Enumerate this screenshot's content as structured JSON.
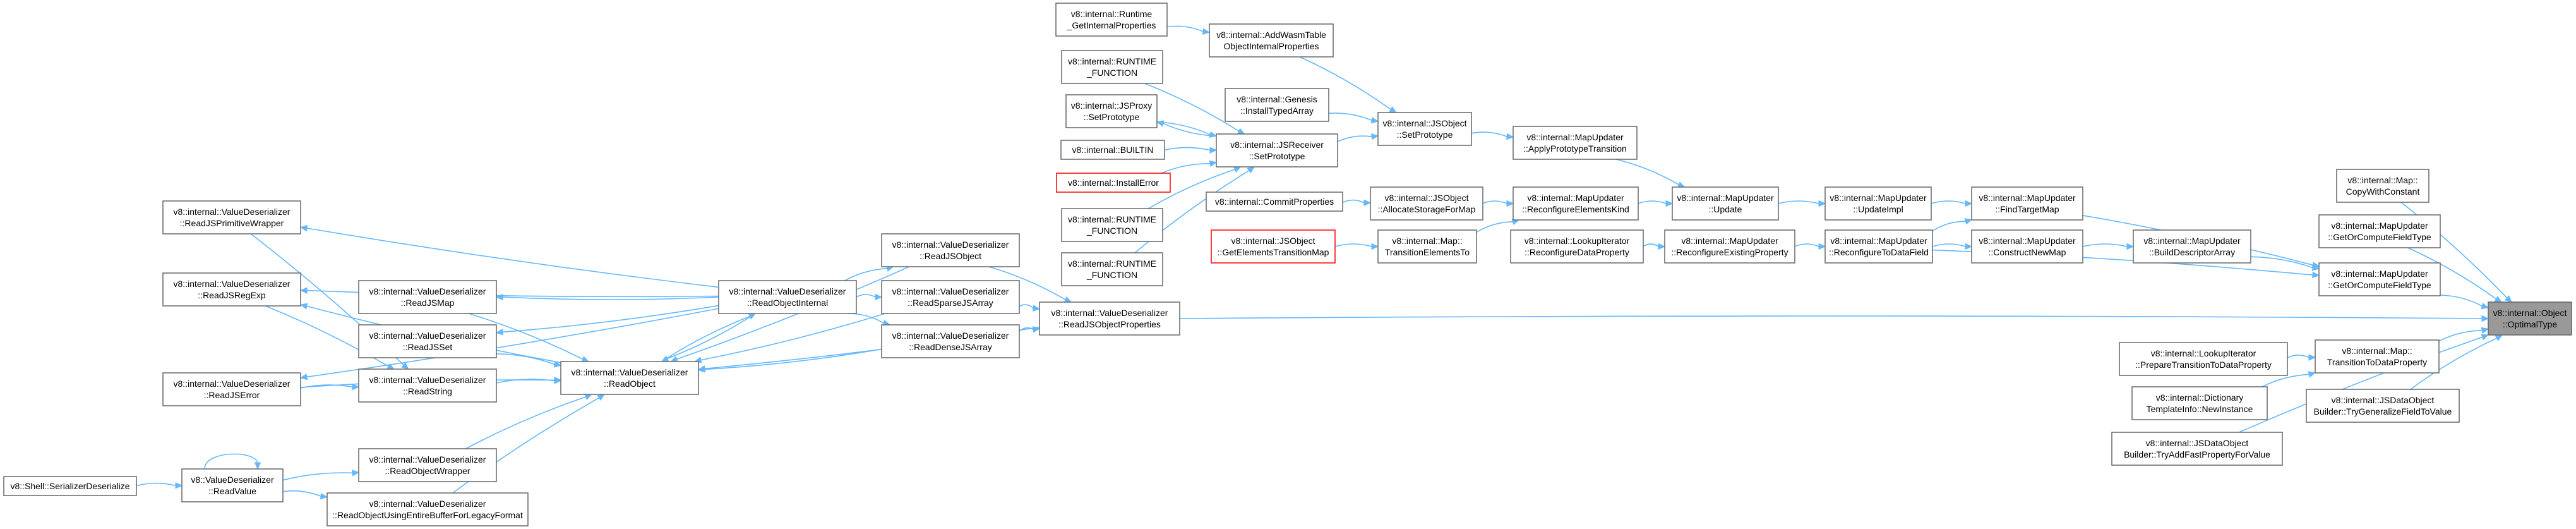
{
  "colors": {
    "edge": "#63b8ff",
    "node_border": "#666666",
    "node_fill": "#ffffff",
    "highlight_border": "#ff0000",
    "root_fill": "#999999"
  },
  "nodes": {
    "runtime_getinternal": {
      "lines": [
        "v8::internal::Runtime",
        "_GetInternalProperties"
      ]
    },
    "addwasm": {
      "lines": [
        "v8::internal::AddWasmTable",
        "ObjectInternalProperties"
      ]
    },
    "rt_function_1": {
      "lines": [
        "v8::internal::RUNTIME",
        "_FUNCTION"
      ]
    },
    "jsproxy_setproto": {
      "lines": [
        "v8::internal::JSProxy",
        "::SetPrototype"
      ]
    },
    "builtin": {
      "lines": [
        "v8::internal::BUILTIN"
      ]
    },
    "install_error": {
      "lines": [
        "v8::internal::InstallError"
      ]
    },
    "rt_function_2": {
      "lines": [
        "v8::internal::RUNTIME",
        "_FUNCTION"
      ]
    },
    "rt_function_3": {
      "lines": [
        "v8::internal::RUNTIME",
        "_FUNCTION"
      ]
    },
    "genesis_install": {
      "lines": [
        "v8::internal::Genesis",
        "::InstallTypedArray"
      ]
    },
    "jsreceiver_setproto": {
      "lines": [
        "v8::internal::JSReceiver",
        "::SetPrototype"
      ]
    },
    "commit_properties": {
      "lines": [
        "v8::internal::CommitProperties"
      ]
    },
    "jsobject_getelemtrans": {
      "lines": [
        "v8::internal::JSObject",
        "::GetElementsTransitionMap"
      ]
    },
    "jsobject_setproto": {
      "lines": [
        "v8::internal::JSObject",
        "::SetPrototype"
      ]
    },
    "jsobject_allocstorage": {
      "lines": [
        "v8::internal::JSObject",
        "::AllocateStorageForMap"
      ]
    },
    "map_transelemto": {
      "lines": [
        "v8::internal::Map::",
        "TransitionElementsTo"
      ]
    },
    "mu_applyproto": {
      "lines": [
        "v8::internal::MapUpdater",
        "::ApplyPrototypeTransition"
      ]
    },
    "mu_reconfelemkind": {
      "lines": [
        "v8::internal::MapUpdater",
        "::ReconfigureElementsKind"
      ]
    },
    "li_reconfdata": {
      "lines": [
        "v8::internal::LookupIterator",
        "::ReconfigureDataProperty"
      ]
    },
    "mu_update": {
      "lines": [
        "v8::internal::MapUpdater",
        "::Update"
      ]
    },
    "mu_reconfexisting": {
      "lines": [
        "v8::internal::MapUpdater",
        "::ReconfigureExistingProperty"
      ]
    },
    "mu_updateimpl": {
      "lines": [
        "v8::internal::MapUpdater",
        "::UpdateImpl"
      ]
    },
    "mu_reconftodatafield": {
      "lines": [
        "v8::internal::MapUpdater",
        "::ReconfigureToDataField"
      ]
    },
    "mu_findtarget": {
      "lines": [
        "v8::internal::MapUpdater",
        "::FindTargetMap"
      ]
    },
    "mu_constructnew": {
      "lines": [
        "v8::internal::MapUpdater",
        "::ConstructNewMap"
      ]
    },
    "mu_builddesc": {
      "lines": [
        "v8::internal::MapUpdater",
        "::BuildDescriptorArray"
      ]
    },
    "mu_getorcompute_a": {
      "lines": [
        "v8::internal::MapUpdater",
        "::GetOrComputeFieldType"
      ]
    },
    "mu_getorcompute_b": {
      "lines": [
        "v8::internal::MapUpdater",
        "::GetOrComputeFieldType"
      ]
    },
    "map_copywithconst": {
      "lines": [
        "v8::internal::Map::",
        "CopyWithConstant"
      ]
    },
    "map_transtodata": {
      "lines": [
        "v8::internal::Map::",
        "TransitionToDataProperty"
      ]
    },
    "li_preparetrans": {
      "lines": [
        "v8::internal::LookupIterator",
        "::PrepareTransitionToDataProperty"
      ]
    },
    "dict_newinstance": {
      "lines": [
        "v8::internal::Dictionary",
        "TemplateInfo::NewInstance"
      ]
    },
    "jsdob_trygeneralize": {
      "lines": [
        "v8::internal::JSDataObject",
        "Builder::TryGeneralizeFieldToValue"
      ]
    },
    "jsdob_tryaddfast": {
      "lines": [
        "v8::internal::JSDataObject",
        "Builder::TryAddFastPropertyForValue"
      ]
    },
    "object_optimaltype": {
      "lines": [
        "v8::internal::Object",
        "::OptimalType"
      ]
    },
    "vd_readjsprimwrapper": {
      "lines": [
        "v8::internal::ValueDeserializer",
        "::ReadJSPrimitiveWrapper"
      ]
    },
    "vd_readjsregexp": {
      "lines": [
        "v8::internal::ValueDeserializer",
        "::ReadJSRegExp"
      ]
    },
    "vd_readjserror": {
      "lines": [
        "v8::internal::ValueDeserializer",
        "::ReadJSError"
      ]
    },
    "vd_readjsmap": {
      "lines": [
        "v8::internal::ValueDeserializer",
        "::ReadJSMap"
      ]
    },
    "vd_readjsset": {
      "lines": [
        "v8::internal::ValueDeserializer",
        "::ReadJSSet"
      ]
    },
    "vd_readstring": {
      "lines": [
        "v8::internal::ValueDeserializer",
        "::ReadString"
      ]
    },
    "vd_readobjectwrapper": {
      "lines": [
        "v8::internal::ValueDeserializer",
        "::ReadObjectWrapper"
      ]
    },
    "vd_readobjentire": {
      "lines": [
        "v8::internal::ValueDeserializer",
        "::ReadObjectUsingEntireBufferForLegacyFormat"
      ]
    },
    "vd_readobjectinternal": {
      "lines": [
        "v8::internal::ValueDeserializer",
        "::ReadObjectInternal"
      ]
    },
    "vd_readobject": {
      "lines": [
        "v8::internal::ValueDeserializer",
        "::ReadObject"
      ]
    },
    "vd_readjsobject": {
      "lines": [
        "v8::internal::ValueDeserializer",
        "::ReadJSObject"
      ]
    },
    "vd_readsparse": {
      "lines": [
        "v8::internal::ValueDeserializer",
        "::ReadSparseJSArray"
      ]
    },
    "vd_readdense": {
      "lines": [
        "v8::internal::ValueDeserializer",
        "::ReadDenseJSArray"
      ]
    },
    "vd_readjsobjprops": {
      "lines": [
        "v8::internal::ValueDeserializer",
        "::ReadJSObjectProperties"
      ]
    },
    "shell_serializer": {
      "lines": [
        "v8::Shell::SerializerDeserialize"
      ]
    },
    "vd_readvalue": {
      "lines": [
        "v8::ValueDeserializer",
        "::ReadValue"
      ]
    }
  }
}
